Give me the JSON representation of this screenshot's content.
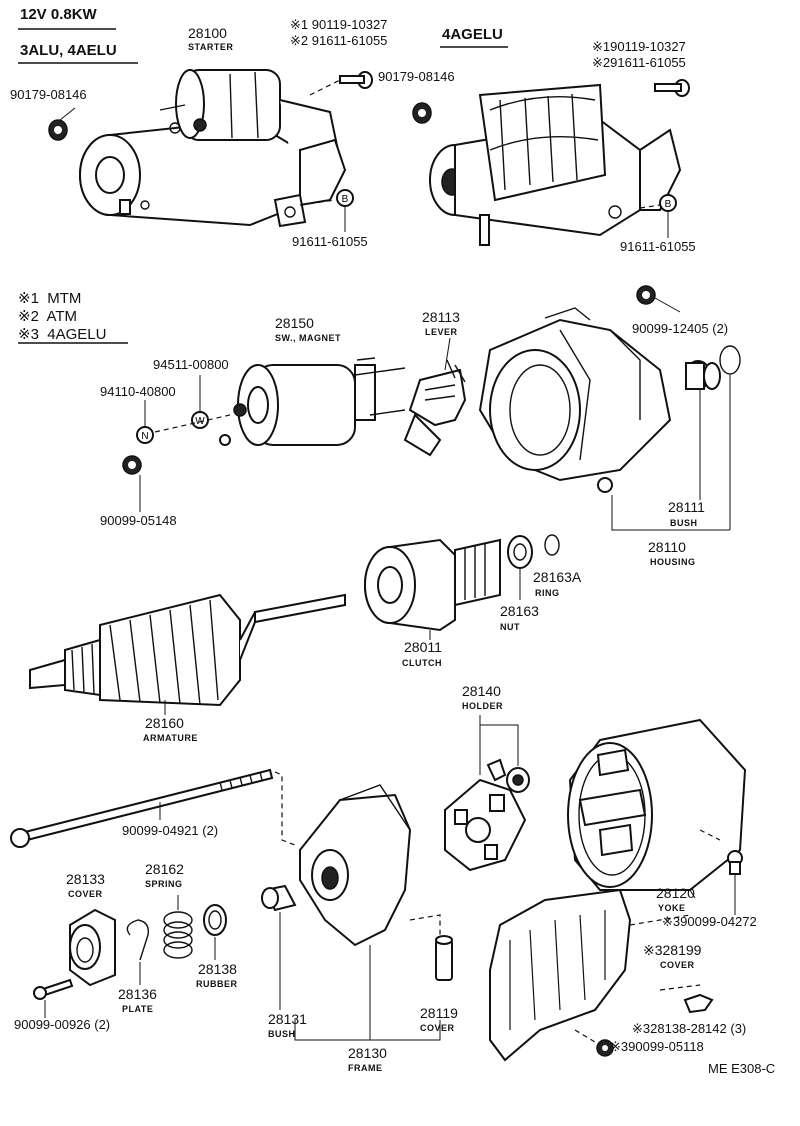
{
  "header": {
    "rating": "12V 0.8KW",
    "variant_left": "3ALU, 4AELU",
    "variant_right": "4AGELU"
  },
  "legend": [
    {
      "mark": "※1",
      "text": "MTM"
    },
    {
      "mark": "※2",
      "text": "ATM"
    },
    {
      "mark": "※3",
      "text": "4AGELU"
    }
  ],
  "labels": {
    "starter_num": "28100",
    "starter_name": "STARTER",
    "l_bolt1": "※1 90119-10327",
    "l_bolt2": "※2 91611-61055",
    "l_nut_left": "90179-08146",
    "l_nut_mid": "90179-08146",
    "l_bolt_bottom": "91611-61055",
    "r_bolt1": "※190119-10327",
    "r_bolt2": "※291611-61055",
    "r_bolt_bottom": "91611-61055",
    "magnet_num": "28150",
    "magnet_name": "SW., MAGNET",
    "lever_num": "28113",
    "lever_name": "LEVER",
    "washer_w": "94511-00800",
    "washer_n": "94110-40800",
    "nut_05148": "90099-05148",
    "nut_12405": "90099-12405 (2)",
    "bush_num": "28111",
    "bush_name": "BUSH",
    "housing_num": "28110",
    "housing_name": "HOUSING",
    "ring_num": "28163A",
    "ring_name": "RING",
    "nut_num": "28163",
    "nut_name": "NUT",
    "clutch_num": "28011",
    "clutch_name": "CLUTCH",
    "armature_num": "28160",
    "armature_name": "ARMATURE",
    "holder_num": "28140",
    "holder_name": "HOLDER",
    "bolt_04921": "90099-04921 (2)",
    "cover1_num": "28133",
    "cover1_name": "COVER",
    "spring_num": "28162",
    "spring_name": "SPRING",
    "plate_num": "28136",
    "plate_name": "PLATE",
    "rubber_num": "28138",
    "rubber_name": "RUBBER",
    "screw_00926": "90099-00926 (2)",
    "bush2_num": "28131",
    "bush2_name": "BUSH",
    "frame_num": "28130",
    "frame_name": "FRAME",
    "cover2_num": "28119",
    "cover2_name": "COVER",
    "yoke_num": "28120",
    "yoke_name": "YOKE",
    "screw_04272": "※390099-04272",
    "cover3_num": "※328199",
    "cover3_name": "COVER",
    "part_28142": "※328138-28142 (3)",
    "nut_05118": "※390099-05118",
    "diagram_code": "ME E308-C"
  },
  "icons": {
    "washer_b": "B",
    "washer_w": "W",
    "washer_n": "N"
  }
}
